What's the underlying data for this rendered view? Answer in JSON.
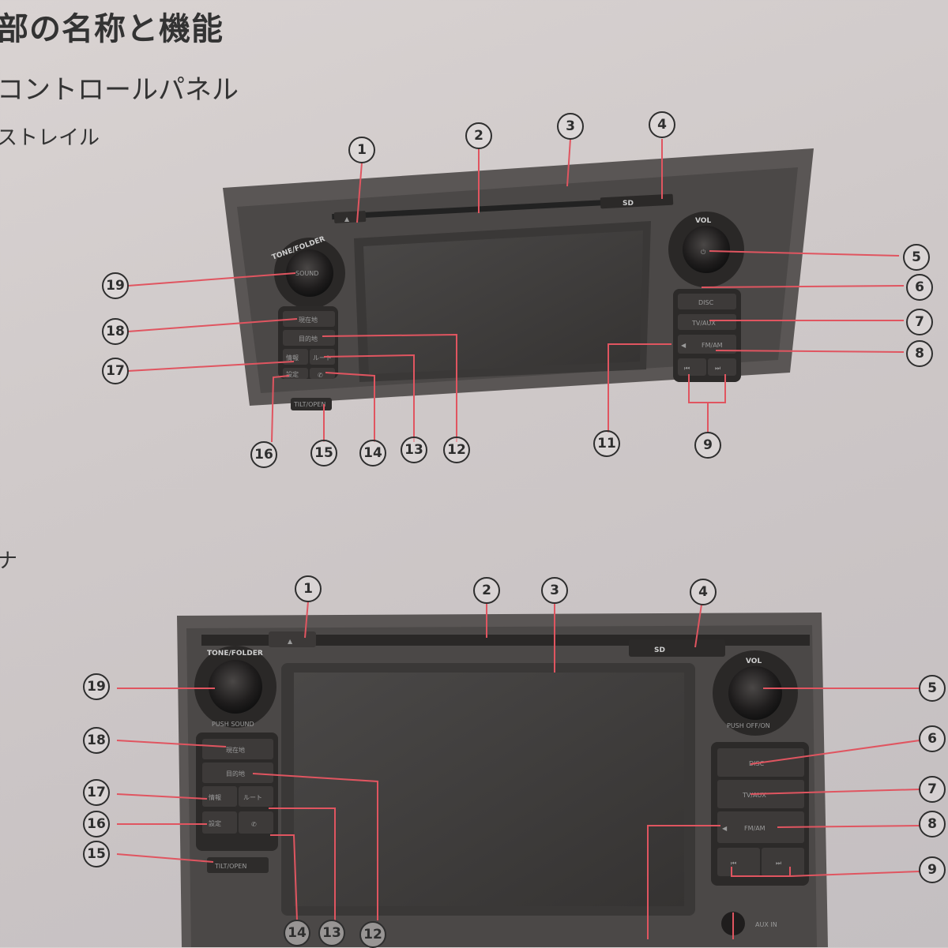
{
  "page": {
    "title": "部の名称と機能",
    "section": "コントロールパネル",
    "model_top": "ストレイル",
    "model_bottom": "ナ"
  },
  "panel_top": {
    "knob_left_label": "TONE/FOLDER",
    "knob_left_center": "SOUND",
    "knob_right_label": "VOL",
    "sd_label": "SD",
    "buttons": {
      "disc": "DISC",
      "tv_aux": "TV/AUX",
      "fm_am": "FM/AM",
      "b18": "現在地",
      "b12": "目的地",
      "b17": "情報",
      "b13": "ルート",
      "b16": "設定",
      "b15": "TILT/OPEN"
    }
  },
  "panel_bottom": {
    "knob_left_label": "TONE/FOLDER",
    "knob_left_center": "PUSH SOUND",
    "knob_right_label": "VOL",
    "knob_right_sub": "PUSH OFF/ON",
    "sd_label": "SD",
    "aux_in_label": "AUX IN",
    "buttons": {
      "disc": "DISC",
      "tv_aux": "TV/AUX",
      "fm_am": "FM/AM",
      "b18": "現在地",
      "b12": "目的地",
      "b17": "情報",
      "b13": "ルート",
      "b16": "設定",
      "b15": "TILT/OPEN"
    }
  },
  "callouts": {
    "c1": "1",
    "c2": "2",
    "c3": "3",
    "c4": "4",
    "c5": "5",
    "c6": "6",
    "c7": "7",
    "c8": "8",
    "c9": "9",
    "c11": "11",
    "c12": "12",
    "c13": "13",
    "c14": "14",
    "c15": "15",
    "c16": "16",
    "c17": "17",
    "c18": "18",
    "c19": "19"
  },
  "colors": {
    "leader_line": "#e05560",
    "panel_outer": "#5a5655",
    "panel_inner": "#3b3837",
    "screen": "#3c3a39"
  }
}
